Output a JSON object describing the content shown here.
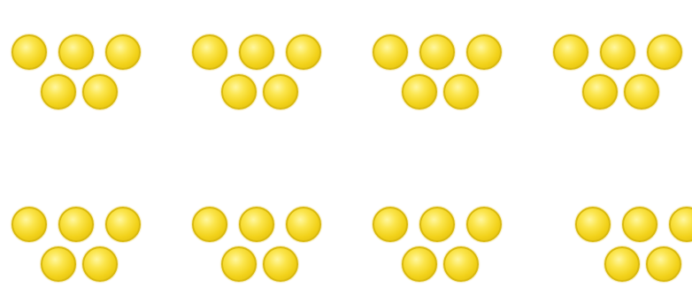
{
  "scene": {
    "description_items": "counters",
    "dot_color": "#f2d21a",
    "dot_outline_color": "#d9b90e",
    "background_color": "#ffffff",
    "groups": [
      {
        "count": 5
      },
      {
        "count": 5
      },
      {
        "count": 5
      },
      {
        "count": 5
      },
      {
        "count": 5
      },
      {
        "count": 5
      },
      {
        "count": 5
      },
      {
        "count": 5
      }
    ]
  }
}
